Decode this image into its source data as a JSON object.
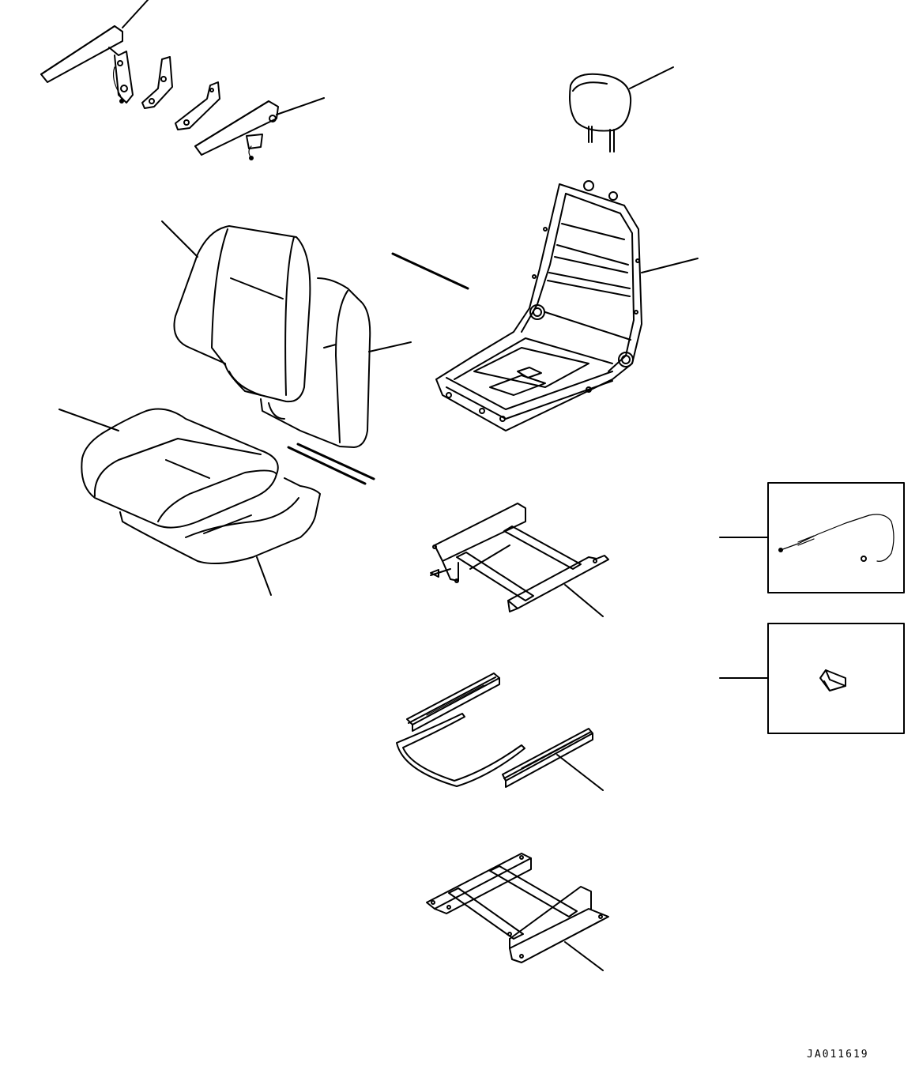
{
  "drawing_id": "JA011619",
  "parts": [
    "armrest-left",
    "armrest-right",
    "armrest-brackets",
    "headrest",
    "seat-frame",
    "backrest-cover",
    "backrest-cushion",
    "seat-cushion",
    "trim-strips",
    "slide-base",
    "slide-rails",
    "mount-bracket",
    "detail-box-cable",
    "detail-box-clip"
  ]
}
